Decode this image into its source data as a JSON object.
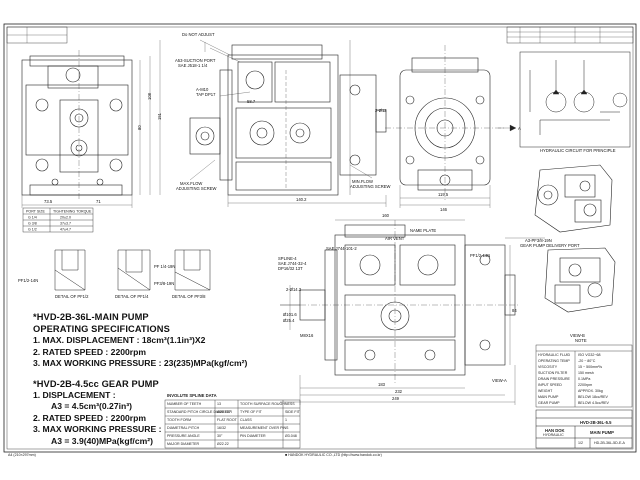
{
  "drawing": {
    "labels": {
      "do_not_adjust": "Do NOT ADJUST",
      "suction_port": "A53-SUCTION PORT",
      "suction_port_sae": "SAE J518-1 1/4",
      "tap": "A-M10",
      "tap2": "TAP DP17",
      "max_flow_screw": "MAX.FLOW",
      "max_flow_screw2": "ADJUSTING SCREW",
      "min_flow_screw": "MIN.FLOW",
      "min_flow_screw2": "ADJUSTING SCREW",
      "name_plate": "NAME PLATE",
      "air_vent": "AIR VENT",
      "gear_port": "A3-PF3/8-19N",
      "gear_port2": "GEAR PUMP DELIVERY PORT",
      "spline": "SPLINE-4",
      "spline2": "SAE J744-32-4",
      "spline3": "DP16/32 13T",
      "sae_flange": "SAE J744-101-2",
      "drain": "PF1/2-14N",
      "pf38": "PF3/8-19N",
      "pf14": "PF 1/4-19N",
      "detail_pf38": "DETAIL OF PF3/8",
      "detail_pf14": "DETAIL OF PF1/4",
      "detail_pf12": "DETAIL OF PF1/2",
      "view_a": "VIEW-A",
      "a_arrow": "A",
      "hydraulic_circuit": "HYDRAULIC CIRCUIT FOR PRINCIPLE",
      "view_b": "VIEW-B",
      "dims_top": [
        "73.5",
        "71",
        "140.2",
        "146",
        "119.5",
        "108",
        "80",
        "151",
        "177.5",
        "58.7",
        "2-Ø12",
        "160"
      ],
      "dims_bottom": [
        "183",
        "232",
        "249",
        "2-Ø14.3",
        "Ø101.6",
        "Ø25.4",
        "M8X16",
        "84"
      ]
    },
    "note_title": "NOTE",
    "port_table": {
      "headers": [
        "PORT SIZE",
        "TIGHTENING TORQUE"
      ],
      "rows": [
        [
          "G 1/4",
          "20±2.0"
        ],
        [
          "G 3/8",
          "37±3.7"
        ],
        [
          "G 1/2",
          "47±4.7"
        ]
      ]
    },
    "spline_table_title": "INVOLUTE SPLINE DATA",
    "spline_table": [
      [
        "NUMBER OF TEETH",
        "13",
        "TOOTH SURFACE ROUGHNESS",
        ""
      ],
      [
        "STANDARD PITCH CIRCLE DIAMETER",
        "Ø20.637",
        "TYPE OF FIT",
        "SIDE FIT"
      ],
      [
        "TOOTH FORM",
        "FLAT ROOT",
        "CLASS",
        "1"
      ],
      [
        "DIAMETRAL PITCH",
        "16/32",
        "MEASUREMENT OVER PINS",
        ""
      ],
      [
        "PRESSURE ANGLE",
        "30°",
        "PIN DIAMETER",
        "Ø3.048"
      ],
      [
        "MAJOR DIAMETER",
        "Ø22.22",
        "",
        ""
      ]
    ],
    "spec_box_rows": [
      [
        "HYDRAULIC FLUID",
        "ISO VG32~68"
      ],
      [
        "OPERATING TEMP",
        "-20 ~ 80°C"
      ],
      [
        "VISCOSITY",
        "15 ~ 500mm²/s"
      ],
      [
        "SUCTION FILTER",
        "150 mesh"
      ],
      [
        "DRAIN PRESSURE",
        "0.1MPa"
      ],
      [
        "INPUT SPEED",
        "2200rpm"
      ],
      [
        "WEIGHT",
        "APPROX. 30kg"
      ],
      [
        "MAIN PUMP",
        "BELOW 18cc/REV"
      ],
      [
        "GEAR PUMP",
        "BELOW 4.5cc/REV"
      ]
    ],
    "title_block": {
      "model": "HVD-2B-36L-5.5",
      "title": "MAIN PUMP",
      "company": "HAN DOK",
      "company2": "HYDRAULIC",
      "scale": "1/2",
      "drawing_no": "HD-2B-36L-5D-E-A"
    },
    "footer_left": "A4 (210×297mm)",
    "footer_center": "■ HANDOK HYDRAULIC CO.,LTD (http://www.handok.co.kr)"
  },
  "spec": {
    "main_title": "*HVD-2B-36L-MAIN PUMP",
    "main_sub": "OPERATING SPECIFICATIONS",
    "main_lines": [
      "1. MAX. DISPLACEMENT : 18cm³(1.1in³)X2",
      "2. RATED SPEED : 2200rpm",
      "3. MAX WORKING PRESSURE : 23(235)MPa(kgf/cm²)"
    ],
    "gear_title": "*HVD-2B-4.5cc GEAR PUMP",
    "gear_lines": [
      "1.      DISPLACEMENT :",
      "A3 = 4.5cm³(0.27in³)",
      "2.      RATED SPEED : 2200rpm",
      "3.      MAX WORKING PRESSURE :",
      "A3 = 3.9(40)MPa(kgf/cm²)"
    ]
  }
}
